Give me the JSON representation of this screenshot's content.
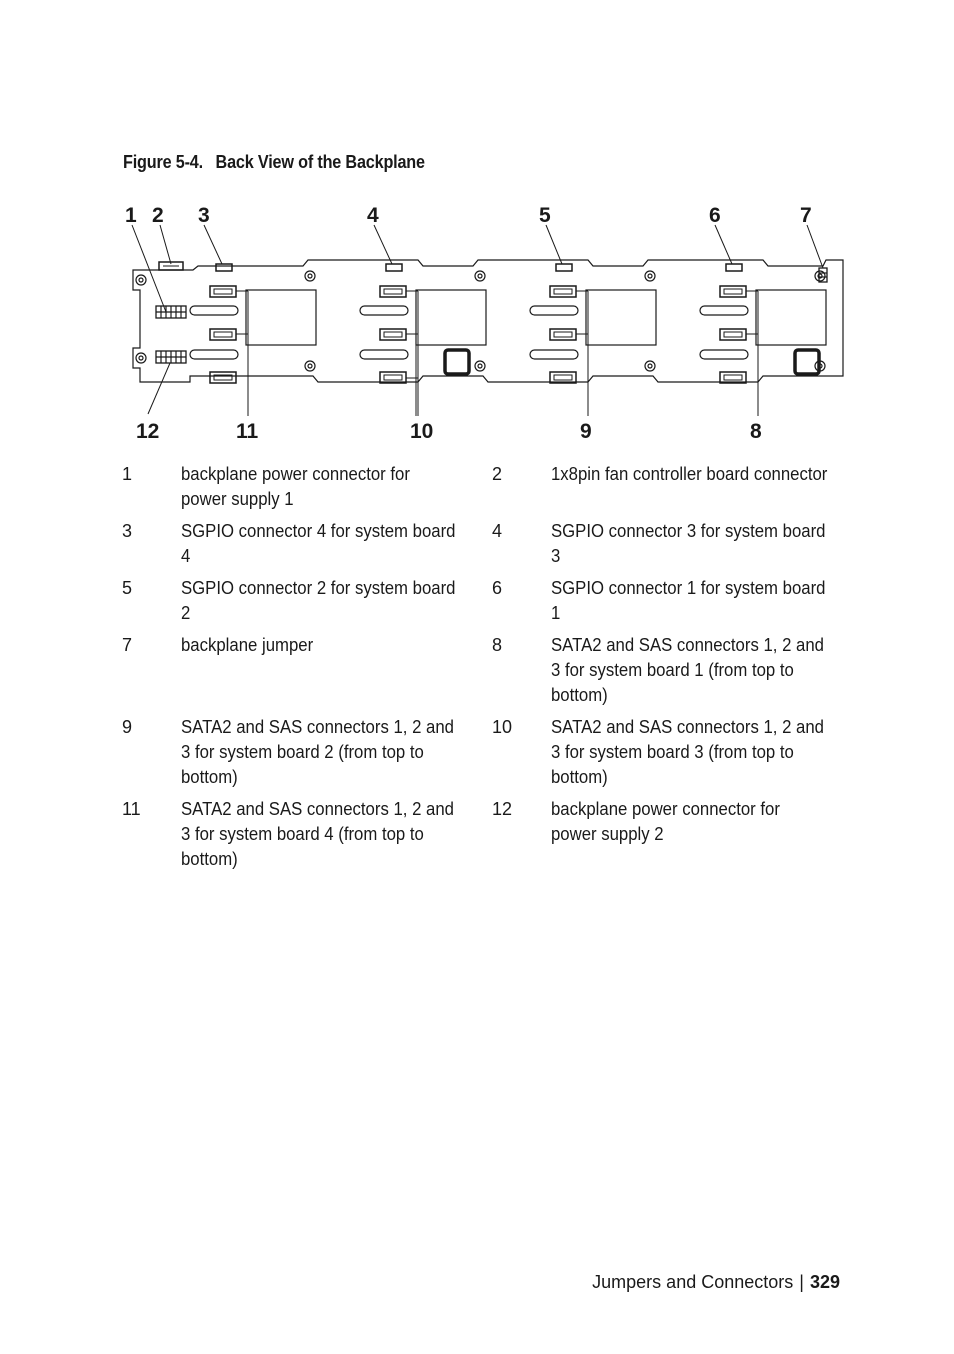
{
  "figure": {
    "label": "Figure 5-4.",
    "title": "Back View of the Backplane",
    "callouts_top": [
      "1",
      "2",
      "3",
      "4",
      "5",
      "6",
      "7"
    ],
    "callouts_bottom": [
      "12",
      "11",
      "10",
      "9",
      "8"
    ]
  },
  "legend": [
    {
      "num": "1",
      "text": "backplane power connector for power supply 1"
    },
    {
      "num": "2",
      "text": "1x8pin fan controller board connector"
    },
    {
      "num": "3",
      "text": "SGPIO connector 4 for system board 4"
    },
    {
      "num": "4",
      "text": "SGPIO connector 3 for system board 3"
    },
    {
      "num": "5",
      "text": "SGPIO connector 2 for system board 2"
    },
    {
      "num": "6",
      "text": "SGPIO connector 1 for system board 1"
    },
    {
      "num": "7",
      "text": "backplane jumper"
    },
    {
      "num": "8",
      "text": "SATA2 and SAS connectors 1, 2 and 3 for system board 1 (from top to bottom)"
    },
    {
      "num": "9",
      "text": "SATA2 and SAS connectors 1, 2 and 3 for system board 2 (from top to bottom)"
    },
    {
      "num": "10",
      "text": "SATA2 and SAS connectors 1, 2 and 3 for system board 3 (from top to bottom)"
    },
    {
      "num": "11",
      "text": "SATA2 and SAS connectors 1, 2 and 3 for system board 4 (from top to bottom)"
    },
    {
      "num": "12",
      "text": "backplane power connector for power supply 2"
    }
  ],
  "footer": {
    "section": "Jumpers and Connectors",
    "separator": "|",
    "page": "329"
  }
}
